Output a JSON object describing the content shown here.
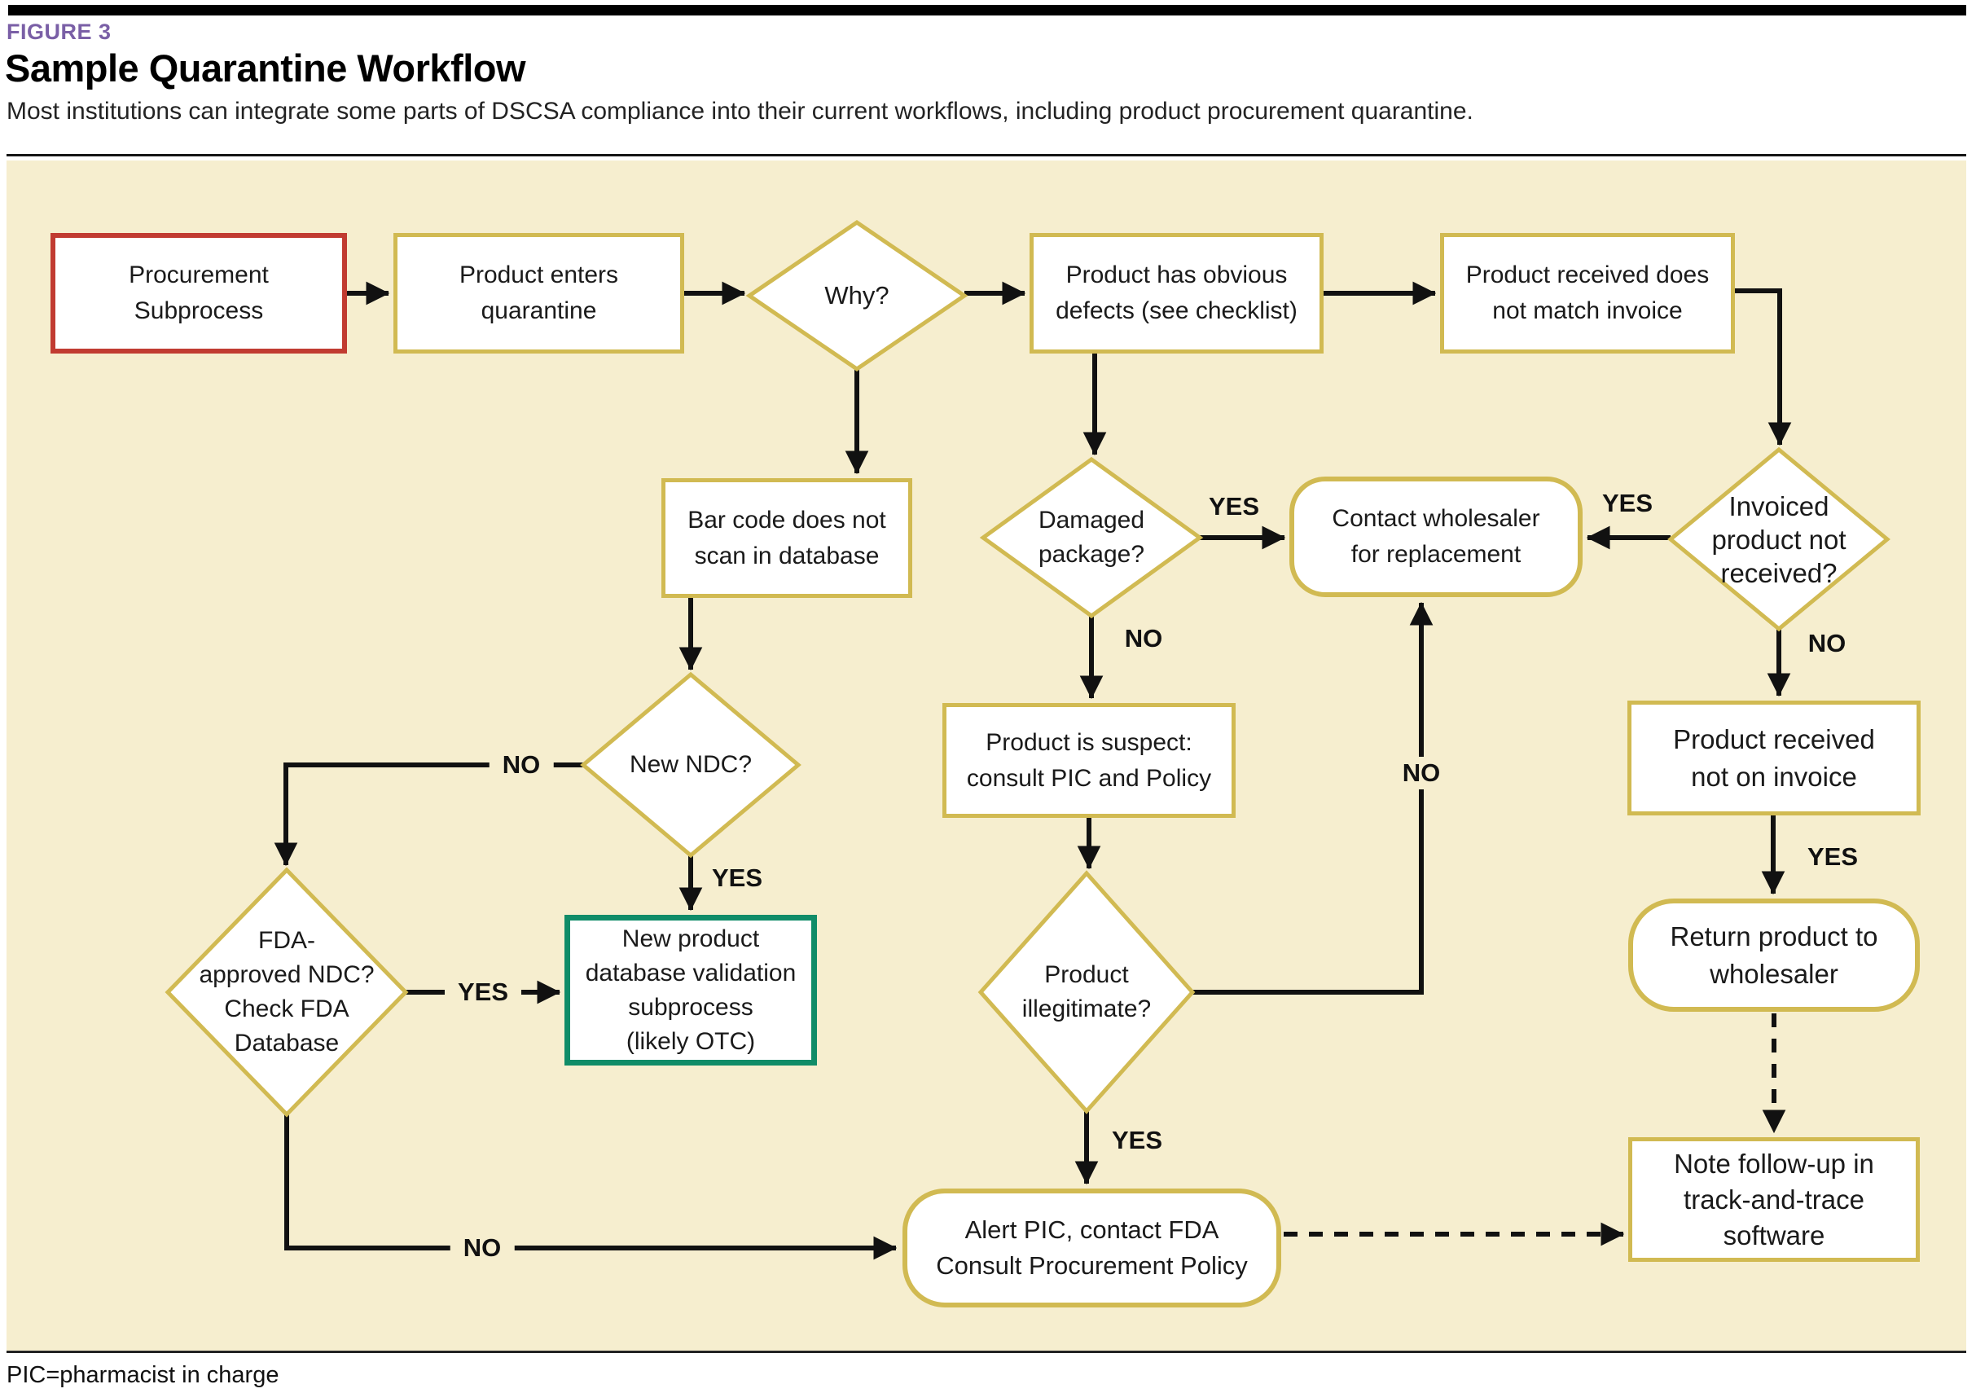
{
  "page": {
    "kicker": "FIGURE 3",
    "title": "Sample Quarantine Workflow",
    "subtitle": "Most institutions can integrate some parts of DSCSA compliance into their current workflows, including product procurement quarantine.",
    "footnote": "PIC=pharmacist in charge"
  },
  "colors": {
    "kicker_purple": "#7a5fa6",
    "panel_beige": "#f6eecf",
    "connector_gold": "#d1ba52",
    "start_red": "#c13b31",
    "subprocess_green": "#108c68",
    "line_black": "#111111"
  },
  "labels": {
    "yes": "YES",
    "no": "NO"
  },
  "nodes": {
    "procurement": {
      "label": "Procurement\nSubprocess"
    },
    "enters": {
      "label": "Product enters\nquarantine"
    },
    "why": {
      "label": "Why?"
    },
    "defects": {
      "label": "Product has obvious\ndefects (see checklist)"
    },
    "received_no_match": {
      "label": "Product received does\nnot match invoice"
    },
    "barcode": {
      "label": "Bar code does not\nscan in database"
    },
    "damaged": {
      "label": "Damaged\npackage?"
    },
    "contact": {
      "label": "Contact wholesaler\nfor replacement"
    },
    "invoiced": {
      "label": "Invoiced\nproduct not\nreceived?"
    },
    "suspect": {
      "label": "Product is suspect:\nconsult PIC and Policy"
    },
    "not_on_invoice": {
      "label": "Product received\nnot on invoice"
    },
    "new_ndc": {
      "label": "New NDC?"
    },
    "new_product": {
      "label": "New product\ndatabase validation\nsubprocess\n(likely OTC)"
    },
    "fda": {
      "label": "FDA-\napproved NDC?\nCheck FDA\nDatabase"
    },
    "illegitimate": {
      "label": "Product\nillegitimate?"
    },
    "return_product": {
      "label": "Return product to\nwholesaler"
    },
    "alert": {
      "label": "Alert PIC, contact FDA\nConsult Procurement Policy"
    },
    "note": {
      "label": "Note follow-up in\ntrack-and-trace\nsoftware"
    }
  }
}
